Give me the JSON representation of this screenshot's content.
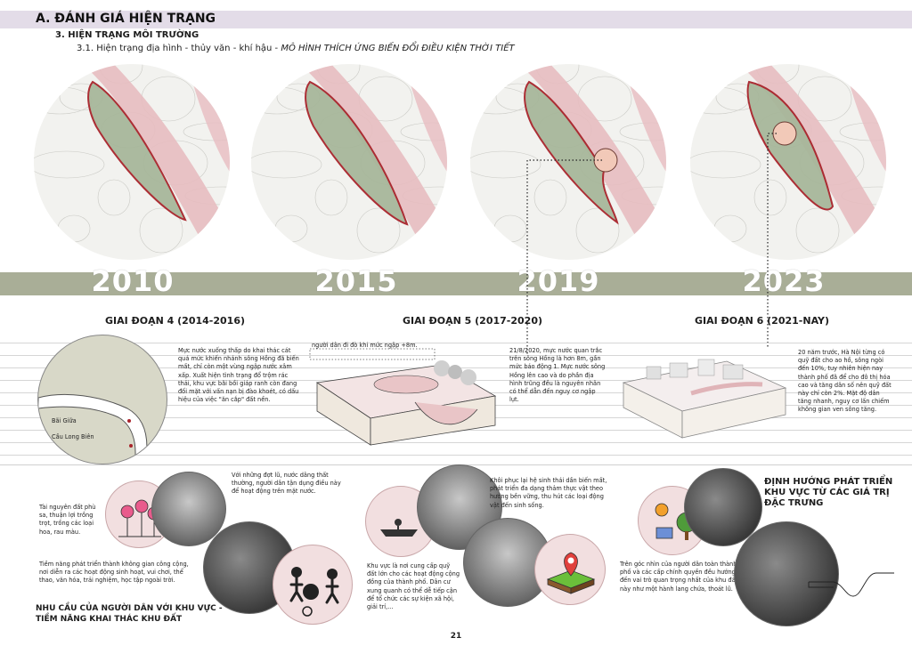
{
  "header": {
    "title": "A. ĐÁNH GIÁ HIỆN TRẠNG",
    "section": "3. HIỆN TRẠNG MÔI TRƯỜNG",
    "subsection_prefix": "3.1. Hiện trạng địa hình - thủy văn - khí hậu - ",
    "subsection_italic": "MÔ HÌNH THÍCH ỨNG BIẾN ĐỔI ĐIỀU KIỆN THỜI TIẾT"
  },
  "years": [
    "2010",
    "2015",
    "2019",
    "2023"
  ],
  "phases": [
    "GIAI ĐOẠN 4 (2014-2016)",
    "GIAI ĐOẠN 5 (2017-2020)",
    "GIAI ĐOẠN 6 (2021-NAY)"
  ],
  "colors": {
    "band": "#a9ae97",
    "river": "#e7bcc0",
    "island": "#a7b79a",
    "outline": "#a8232b",
    "header_band": "#e3dce8"
  },
  "phase4": {
    "label_island": "Bãi Giữa",
    "label_bridge": "Cầu Long Biên",
    "text": "Mực nước xuống thấp do khai thác cát quá mức khiến nhánh sông Hồng đã biến mất, chỉ còn một vùng ngập nước xâm xấp. Xuất hiện tình trạng đổ trộm rác thải, khu vực bãi bồi giáp ranh còn đang đối mặt với vấn nạn bị đào khoét, có dấu hiệu của việc \"ăn cắp\" đất nền."
  },
  "phase5": {
    "block_caption": "người dân đi đò khi mức ngập +8m.",
    "text": "21/8/2020, mực nước quan trắc trên sông Hồng là hơn 8m, gần mức báo động 1. Mực nước sông Hồng lên cao và do phần địa hình trũng đều là nguyên nhân có thể dẫn đến nguy cơ ngập lụt."
  },
  "phase6": {
    "text": "20 năm trước, Hà Nội từng có quỹ đất cho ao hồ, sông ngòi đến 10%, tuy nhiên hiện nay thành phố đã để cho đô thị hóa cao và tăng dân số nên quỹ đất này chỉ còn 2%. Mặt độ dân tăng nhanh, nguy cơ lấn chiếm không gian ven sông tăng."
  },
  "bottom": {
    "t1": "Tài nguyên đất phù sa, thuận lợi trồng trọt, trồng các loại hoa, rau màu.",
    "t2": "Với những đợt lũ, nước dâng thất thường, người dân tận dụng điều này để hoạt động trên mặt nước.",
    "t3": "Tiềm năng phát triển thành không gian công cộng, nơi diễn ra các hoạt động sinh hoạt, vui chơi, thể thao, văn hóa, trải nghiệm, học tập ngoài trời.",
    "t4": "Khu vực là nơi cung cấp quỹ đất lớn cho các hoạt động cộng đồng của thành phố. Dân cư xung quanh có thể dễ tiếp cận để tổ chức các sự kiện xã hội, giải trí,...",
    "t5": "Khôi phục lại hệ sinh thái dần biến mất, phát triển đa dạng thảm thực vật theo hướng bền vững, thu hút các loại động vật đến sinh sống.",
    "t6": "Trên góc nhìn của người dân toàn thành phố và các cấp chính quyền đều hướng đến vai trò quan trọng nhất của khu đất này như một hành lang chứa, thoát lũ.",
    "heading_left": "NHU CẦU CỦA NGƯỜI DÂN VỚI KHU VỰC - TIỀM NĂNG KHAI THÁC KHU ĐẤT",
    "heading_right": "ĐỊNH HƯỚNG PHÁT TRIỂN KHU VỰC TỪ CÁC GIÁ TRỊ ĐẶC TRƯNG"
  },
  "page_number": "21"
}
